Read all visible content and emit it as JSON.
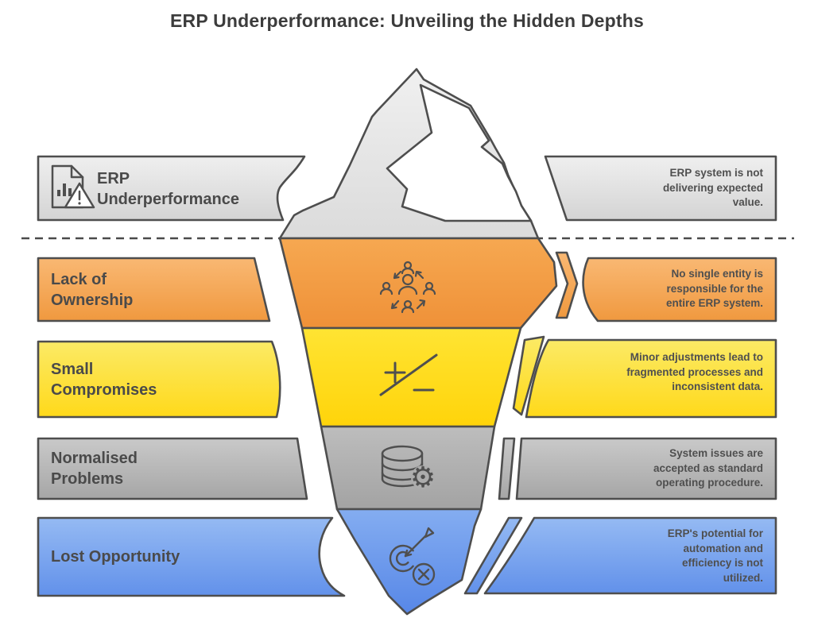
{
  "title": "ERP Underperformance: Unveiling the Hidden Depths",
  "diagram_type": "iceberg-infographic",
  "colors": {
    "above_water": "#E3E3E3",
    "ownership": "#F5A54E",
    "compromises": "#FFDE2A",
    "problems": "#B3B3B3",
    "opportunity": "#76A3EE",
    "outline": "#4E4E4E",
    "text": "#4A4A4A"
  },
  "rows": [
    {
      "label": "ERP\nUnderperformance",
      "description": "ERP system is not delivering expected value.",
      "icon": "report-warning-icon",
      "position": "above-waterline",
      "color": "#E3E3E3"
    },
    {
      "label": "Lack of\nOwnership",
      "description": "No single entity is responsible for the entire ERP system.",
      "icon": "team-delegation-icon",
      "position": "below-waterline",
      "color": "#F5A54E"
    },
    {
      "label": "Small\nCompromises",
      "description": "Minor adjustments lead to fragmented processes and inconsistent data.",
      "icon": "plus-minus-icon",
      "position": "below-waterline",
      "color": "#FFDE2A"
    },
    {
      "label": "Normalised\nProblems",
      "description": "System issues are accepted as standard operating procedure.",
      "icon": "database-gear-icon",
      "position": "below-waterline",
      "color": "#B3B3B3"
    },
    {
      "label": "Lost Opportunity",
      "description": "ERP's potential for automation and efficiency is not utilized.",
      "icon": "missed-target-icon",
      "position": "below-waterline",
      "color": "#76A3EE"
    }
  ]
}
